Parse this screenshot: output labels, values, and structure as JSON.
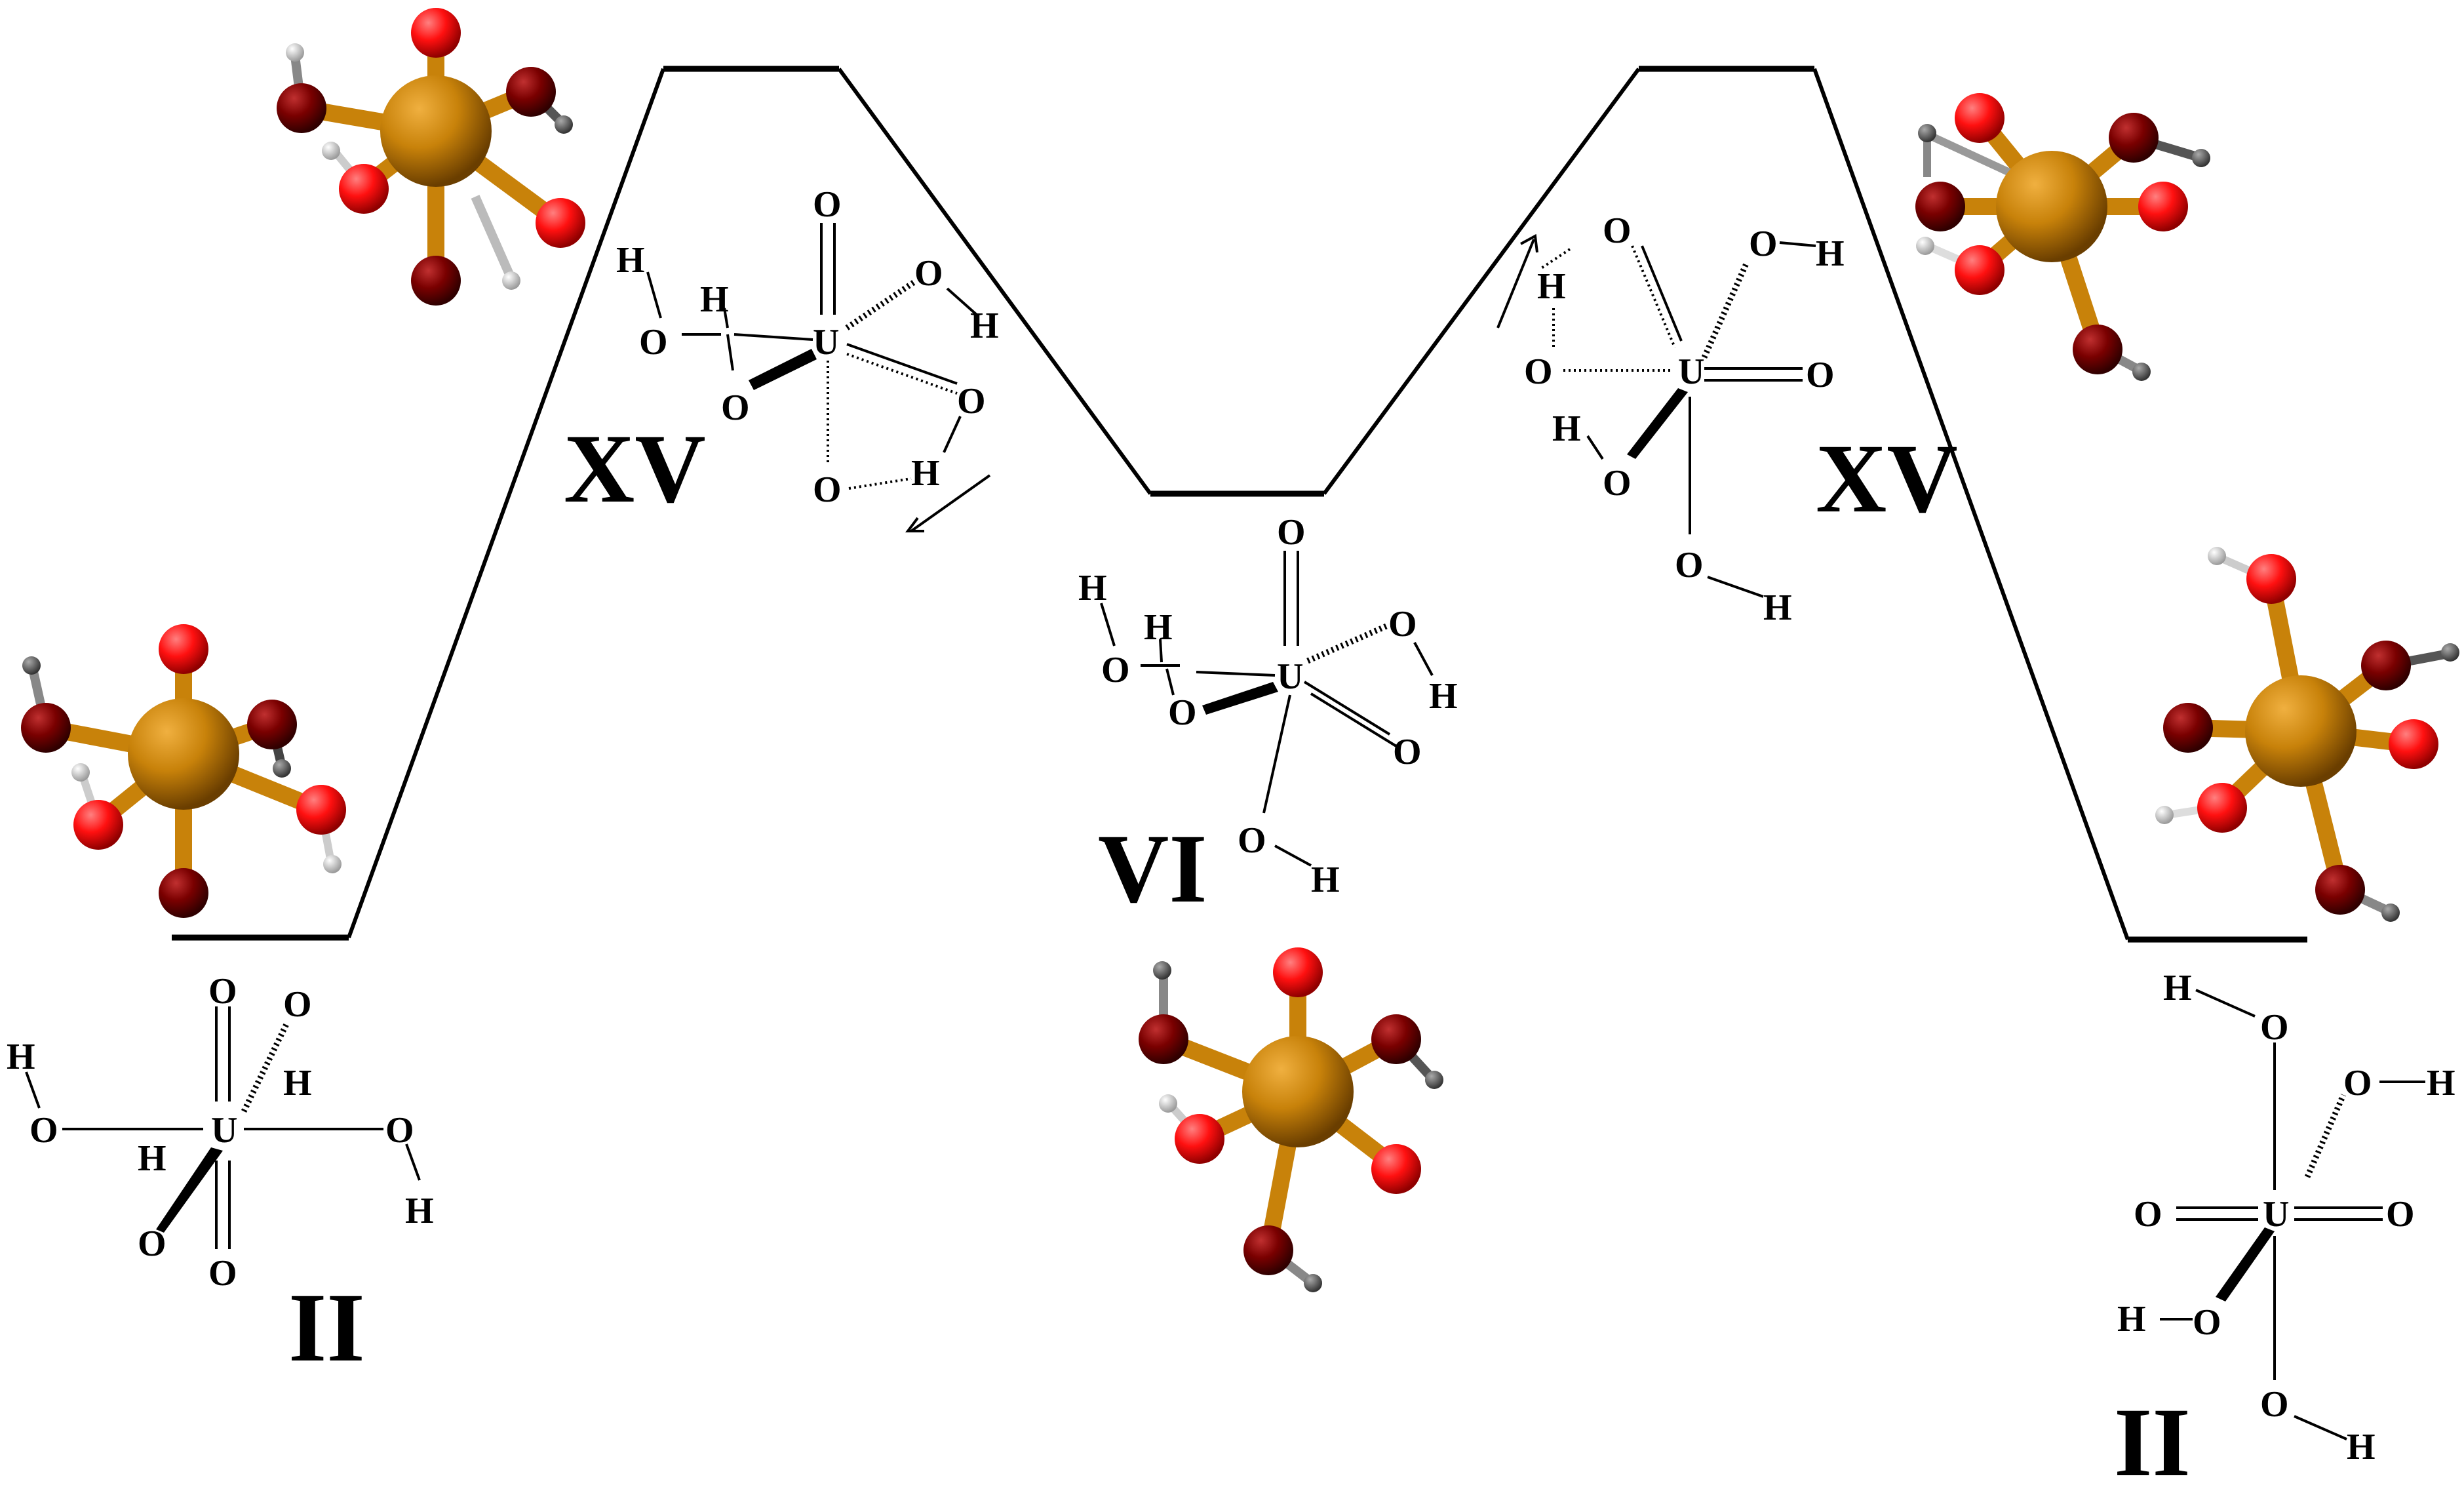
{
  "states": [
    {
      "label": "II"
    },
    {
      "label": "XV"
    },
    {
      "label": "VI"
    },
    {
      "label": "XV"
    },
    {
      "label": "II"
    }
  ],
  "atoms": {
    "uranium": "U",
    "oxygen": "O",
    "hydrogen": "H"
  },
  "colors": {
    "uranium": "#c8820a",
    "oxygen": "#ff1010",
    "oxygen_dark": "#7a0000",
    "hydrogen": "#e8e8e8",
    "hydrogen_dark": "#555555",
    "bond": "#c8820a"
  }
}
